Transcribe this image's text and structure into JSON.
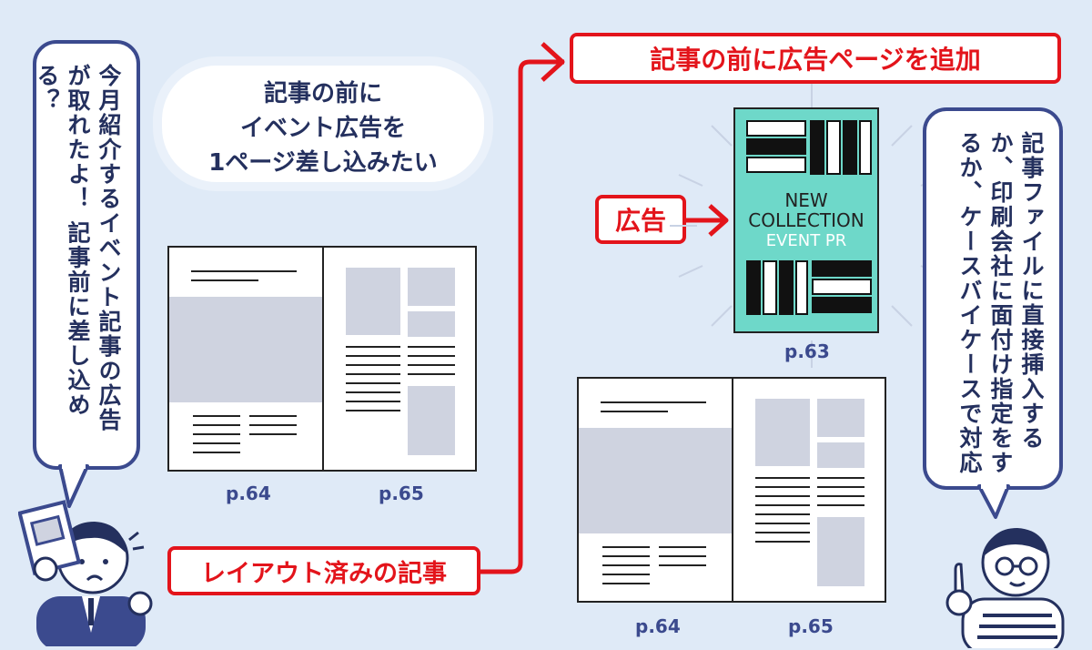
{
  "left_bubble": {
    "text": "今月紹介するイベント記事の広告が取れたよ！ 記事前に差し込める？"
  },
  "cloud_bubble": {
    "line1": "記事の前に",
    "line2": "イベント広告を",
    "line3": "1ページ差し込みたい"
  },
  "laid_out_label": "レイアウト済みの記事",
  "add_ad_label": "記事の前に広告ページを追加",
  "ad_label": "広告",
  "ad_page": {
    "line1": "NEW",
    "line2": "COLLECTION",
    "line3": "EVENT PR",
    "page": "p.63"
  },
  "left_spread": {
    "left_page": "p.64",
    "right_page": "p.65"
  },
  "right_spread": {
    "left_page": "p.64",
    "right_page": "p.65"
  },
  "right_bubble": {
    "text": "記事ファイルに直接挿入するか、印刷会社に面付け指定をするか、ケースバイケースで対応"
  },
  "colors": {
    "accent_red": "#e3141b",
    "navy": "#3b4a8e",
    "teal": "#6ed8c9",
    "background": "#dfeaf7"
  }
}
